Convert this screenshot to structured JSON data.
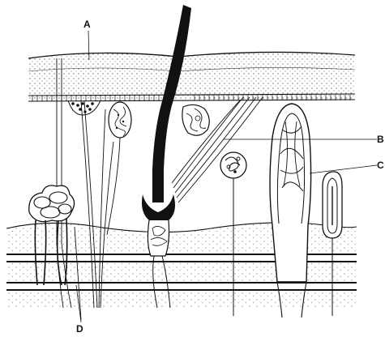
{
  "labels": {
    "a": "A",
    "b": "B",
    "c": "C",
    "d": "D"
  },
  "colors": {
    "ink": "#111111",
    "background": "#ffffff"
  },
  "icons": {
    "hair": "hair-shaft",
    "follicle": "hair-follicle-bulb",
    "gland": "sweat-gland-coil",
    "receptor_coiled": "coiled-receptor",
    "receptor_bulb": "bulb-receptor",
    "receptor_loop": "loop-receptor",
    "receptor_lamellated": "lamellated-corpuscle"
  }
}
